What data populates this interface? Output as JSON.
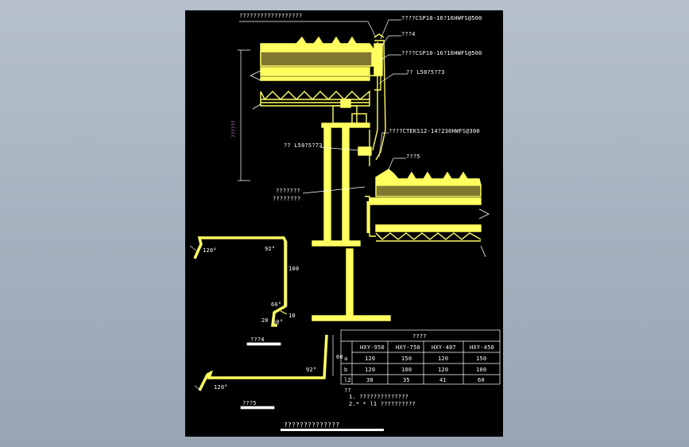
{
  "labels": {
    "top_title": "??????????????????",
    "callout_1": "????CSP10-16?16HWFS@500",
    "callout_2": "???4",
    "callout_3": "????CSP10-16?16HWFS@500",
    "callout_4": "??  L50?5?73",
    "callout_5": "????CTEKS12-14?230HWFS@300",
    "callout_6": "??  L50?5?73",
    "callout_7": "???5",
    "callout_8": "???????",
    "callout_9": "????????",
    "dim_vertical": "??????"
  },
  "detail4": {
    "angle_1": "120°",
    "angle_2": "92°",
    "dim_1": "100",
    "angle_3": "60°",
    "angle_4": "20",
    "angle_5": "60°",
    "dim_2": "10",
    "caption": "???4"
  },
  "detail5": {
    "dim_1": "60",
    "angle_1": "92°",
    "angle_2": "120°",
    "caption": "???5"
  },
  "table": {
    "title": "????",
    "headers": [
      "",
      "HXY-950",
      "HXY-750",
      "HXY-407",
      "HXY-450"
    ],
    "rows": [
      [
        "a",
        "120",
        "150",
        "120",
        "150"
      ],
      [
        "b",
        "120",
        "100",
        "120",
        "100"
      ],
      [
        "l2",
        "30",
        "35",
        "41",
        "60"
      ]
    ]
  },
  "notes": {
    "heading": "??",
    "line_1": "1. ??????????????",
    "line_2": "2.* * l1    ??????????"
  },
  "bottom_title": "??????????????"
}
